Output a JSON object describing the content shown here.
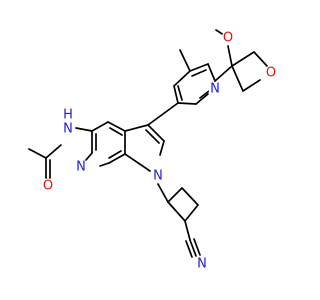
{
  "molecule": {
    "colors": {
      "carbon": "#000000",
      "nitrogen": "#1f1fd6",
      "oxygen": "#e0140f",
      "background": "#ffffff"
    },
    "atoms": [
      {
        "id": "o_carbonyl",
        "symbol": "O",
        "color": "oxygen"
      },
      {
        "id": "n_amide",
        "symbol": "N",
        "color": "nitrogen"
      },
      {
        "id": "h_amide",
        "symbol": "H",
        "color": "nitrogen"
      },
      {
        "id": "n_pyridine_fused",
        "symbol": "N",
        "color": "nitrogen"
      },
      {
        "id": "n_pyrrole",
        "symbol": "N",
        "color": "nitrogen"
      },
      {
        "id": "n_pyridine_top",
        "symbol": "N",
        "color": "nitrogen"
      },
      {
        "id": "o_methoxy",
        "symbol": "O",
        "color": "oxygen"
      },
      {
        "id": "o_thf",
        "symbol": "O",
        "color": "oxygen"
      },
      {
        "id": "n_nitrile",
        "symbol": "N",
        "color": "nitrogen"
      }
    ]
  }
}
